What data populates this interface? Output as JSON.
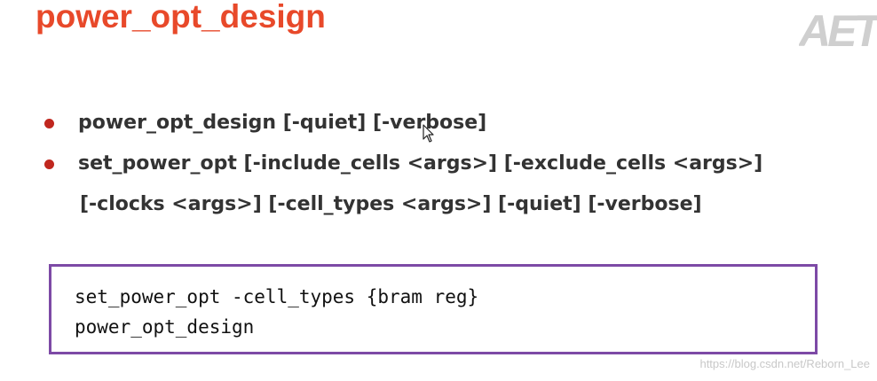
{
  "slide": {
    "title": "power_opt_design",
    "logo_text": "AET"
  },
  "bullets": [
    {
      "text": "power_opt_design  [-quiet] [-verbose]"
    },
    {
      "text": "set_power_opt  [-include_cells <args>] [-exclude_cells <args>]"
    }
  ],
  "continuation": {
    "text": "[-clocks <args>] [-cell_types <args>] [-quiet] [-verbose]"
  },
  "code_example": {
    "line1": "set_power_opt -cell_types {bram reg}",
    "line2": "power_opt_design"
  },
  "watermark": "https://blog.csdn.net/Reborn_Lee",
  "colors": {
    "title": "#e8492a",
    "bullet": "#c0271e",
    "code_border": "#7d4aa6"
  },
  "icons": {
    "cursor": "mouse-pointer-icon"
  }
}
